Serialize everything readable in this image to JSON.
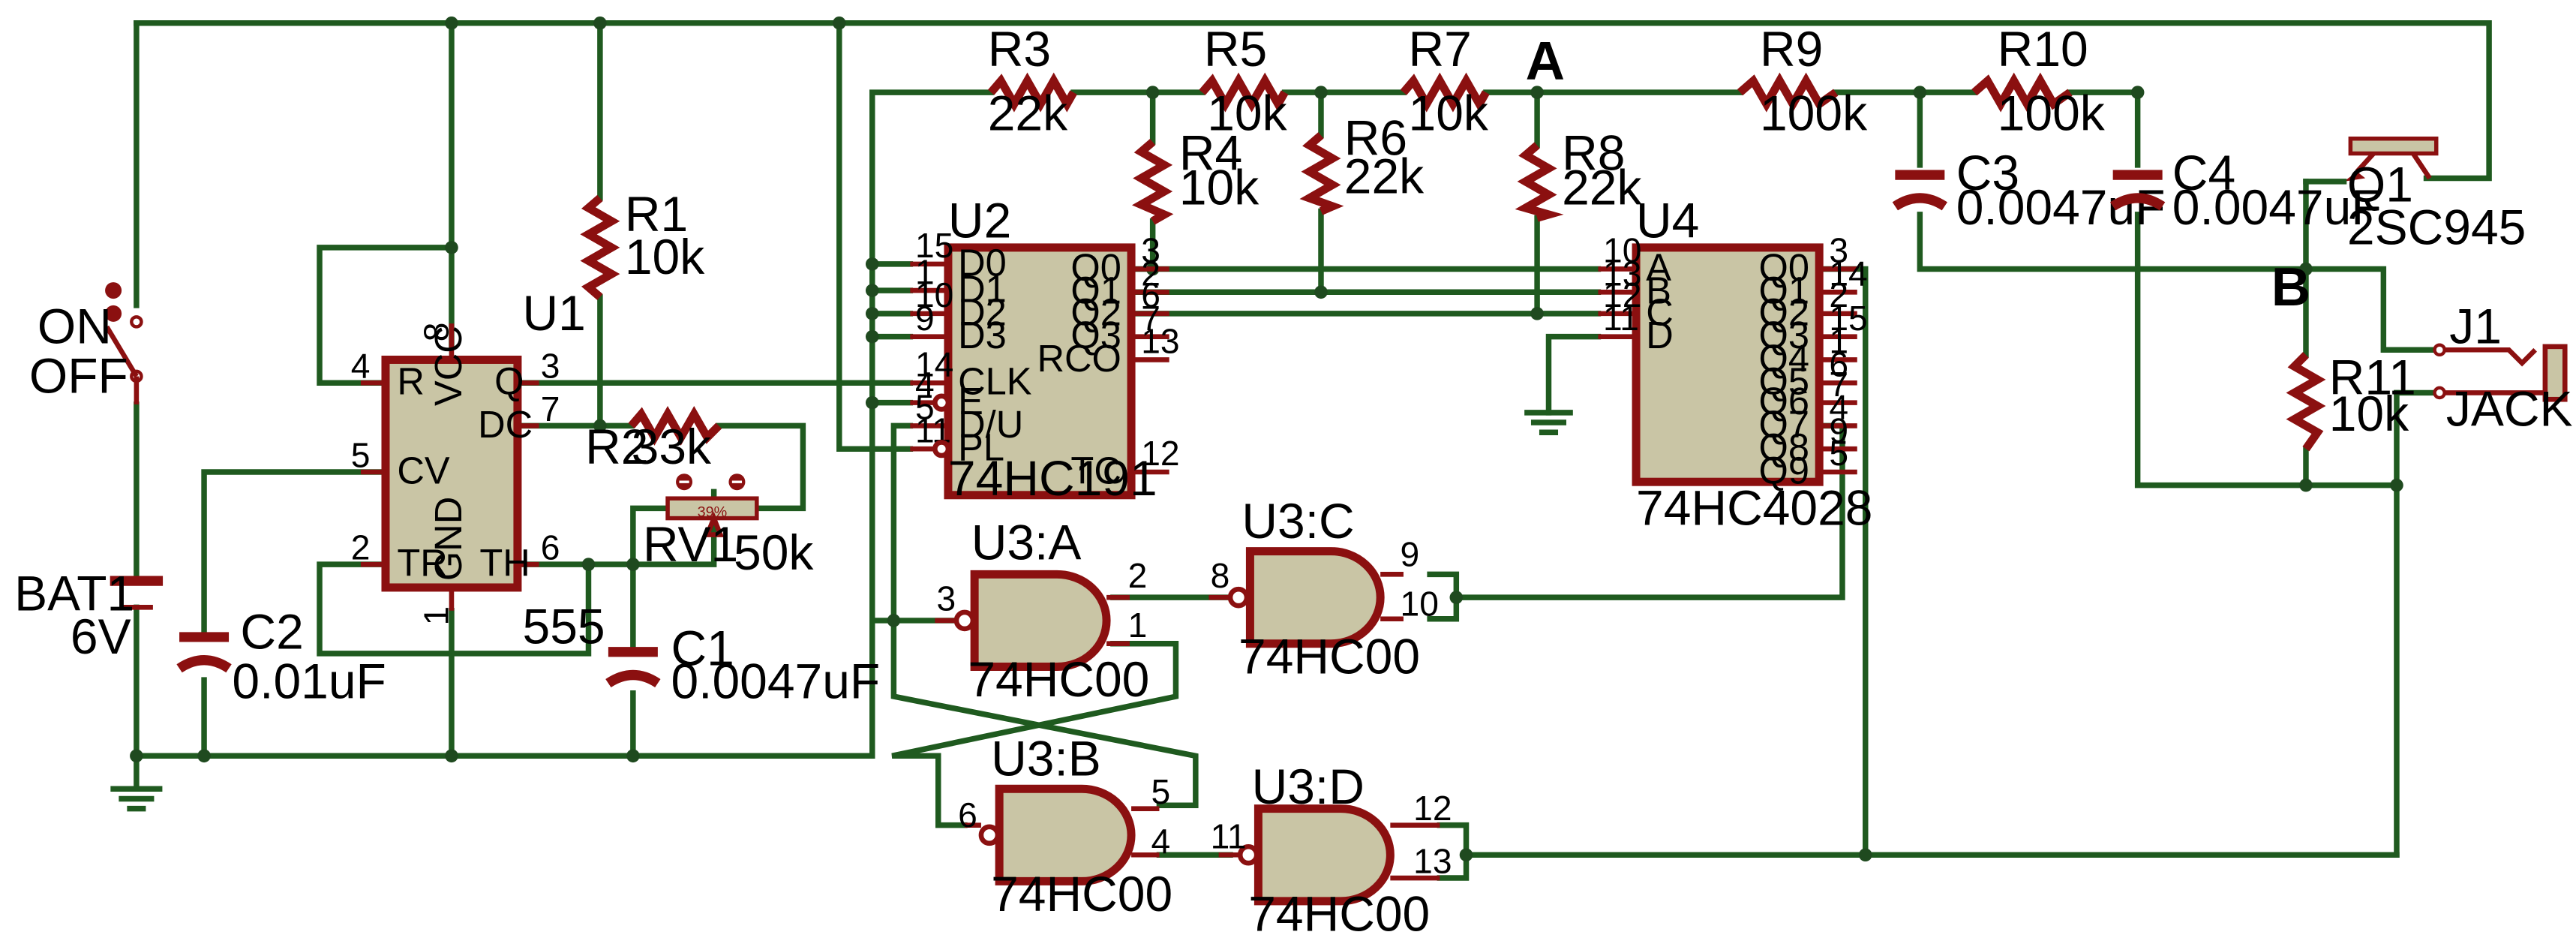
{
  "components": {
    "R1": {
      "ref": "R1",
      "value": "10k"
    },
    "R2": {
      "ref": "R2",
      "value": "33k"
    },
    "R3": {
      "ref": "R3",
      "value": "22k"
    },
    "R4": {
      "ref": "R4",
      "value": "10k"
    },
    "R5": {
      "ref": "R5",
      "value": "10k"
    },
    "R6": {
      "ref": "R6",
      "value": "22k"
    },
    "R7": {
      "ref": "R7",
      "value": "10k"
    },
    "R8": {
      "ref": "R8",
      "value": "22k"
    },
    "R9": {
      "ref": "R9",
      "value": "100k"
    },
    "R10": {
      "ref": "R10",
      "value": "100k"
    },
    "R11": {
      "ref": "R11",
      "value": "10k"
    },
    "RV1": {
      "ref": "RV1",
      "value": "50k",
      "setting": "39%"
    },
    "C1": {
      "ref": "C1",
      "value": "0.0047uF"
    },
    "C2": {
      "ref": "C2",
      "value": "0.01uF"
    },
    "C3": {
      "ref": "C3",
      "value": "0.0047uF"
    },
    "C4": {
      "ref": "C4",
      "value": "0.0047uF"
    },
    "Q1": {
      "ref": "Q1",
      "value": "2SC945"
    },
    "BAT1": {
      "ref": "BAT1",
      "value": "6V"
    },
    "J1": {
      "ref": "J1",
      "value": "JACK NC"
    },
    "SW": {
      "on": "ON",
      "off": "OFF"
    },
    "U1": {
      "ref": "U1",
      "value": "555",
      "pins": {
        "R": "R",
        "VCC": "VCC",
        "Q": "Q",
        "DC": "DC",
        "CV": "CV",
        "TR": "TR",
        "GND": "GND",
        "TH": "TH"
      },
      "pinnums": {
        "R": "4",
        "VCC": "8",
        "Q": "3",
        "DC": "7",
        "CV": "5",
        "TR": "2",
        "GND": "1",
        "TH": "6"
      }
    },
    "U2": {
      "ref": "U2",
      "value": "74HC191",
      "left": [
        [
          "D0",
          "15"
        ],
        [
          "D1",
          "1"
        ],
        [
          "D2",
          "10"
        ],
        [
          "D3",
          "9"
        ],
        [
          "CLK",
          "14"
        ],
        [
          "E",
          "4"
        ],
        [
          "D/U",
          "5"
        ],
        [
          "PL",
          "11"
        ]
      ],
      "right": [
        [
          "Q0",
          "3"
        ],
        [
          "Q1",
          "2"
        ],
        [
          "Q2",
          "6"
        ],
        [
          "Q3",
          "7"
        ],
        [
          "RCO",
          "13"
        ],
        [
          "TC",
          "12"
        ]
      ]
    },
    "U4": {
      "ref": "U4",
      "value": "74HC4028",
      "left": [
        [
          "A",
          "10"
        ],
        [
          "B",
          "13"
        ],
        [
          "C",
          "12"
        ],
        [
          "D",
          "11"
        ]
      ],
      "right": [
        [
          "Q0",
          "3"
        ],
        [
          "Q1",
          "14"
        ],
        [
          "Q2",
          "2"
        ],
        [
          "Q3",
          "15"
        ],
        [
          "Q4",
          "1"
        ],
        [
          "Q5",
          "6"
        ],
        [
          "Q6",
          "7"
        ],
        [
          "Q7",
          "4"
        ],
        [
          "Q8",
          "9"
        ],
        [
          "Q9",
          "5"
        ]
      ]
    },
    "U3A": {
      "ref": "U3:A",
      "value": "74HC00",
      "in1": "3",
      "in2": "1",
      "out": "2"
    },
    "U3B": {
      "ref": "U3:B",
      "value": "74HC00",
      "in1": "6",
      "in2": "5",
      "out": "4"
    },
    "U3C": {
      "ref": "U3:C",
      "value": "74HC00",
      "in1": "9",
      "in2": "10",
      "out": "8"
    },
    "U3D": {
      "ref": "U3:D",
      "value": "74HC00",
      "in1": "12",
      "in2": "13",
      "out": "11"
    }
  },
  "nodes": {
    "A": "A",
    "B": "B"
  }
}
